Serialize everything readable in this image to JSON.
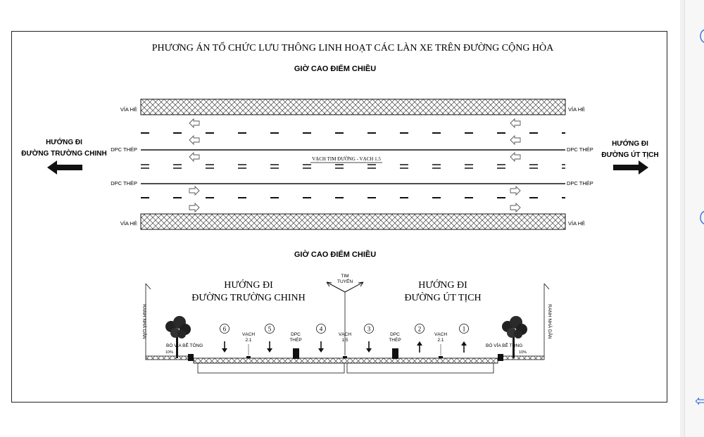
{
  "title": "PHƯƠNG ÁN TỔ CHỨC LƯU THÔNG LINH HOẠT CÁC LÀN XE TRÊN ĐƯỜNG CỘNG HÒA",
  "plan": {
    "subtitle": "GIỜ CAO ĐIỂM CHIỀU",
    "sidewalk_label": "VỈA HÈ",
    "divider_label": "DPC THÉP",
    "centerline_label": "VẠCH TIM ĐƯỜNG - VẠCH 1.5",
    "left_direction": {
      "line1": "HƯỚNG ĐI",
      "line2": "ĐƯỜNG TRƯỜNG CHINH"
    },
    "right_direction": {
      "line1": "HƯỚNG ĐI",
      "line2": "ĐƯỜNG ÚT TỊCH"
    }
  },
  "section": {
    "subtitle": "GIỜ CAO ĐIỂM CHIỀU",
    "left_direction": {
      "line1": "HƯỚNG ĐI",
      "line2": "ĐƯỜNG TRƯỜNG CHINH"
    },
    "right_direction": {
      "line1": "HƯỚNG ĐI",
      "line2": "ĐƯỜNG ÚT TỊCH"
    },
    "center_label": {
      "line1": "TIM",
      "line2": "TUYẾN"
    },
    "building_line_label": "RANH NHÀ DÂN",
    "curb_label": "BÓ VỈA BÊ TÔNG",
    "slope_label": "10%",
    "lanes": [
      "6",
      "5",
      "4",
      "3",
      "2",
      "1"
    ],
    "markings": [
      {
        "line1": "VẠCH",
        "line2": "2.1"
      },
      {
        "line1": "DPC",
        "line2": "THÉP"
      },
      {
        "line1": "VẠCH",
        "line2": "1.5"
      },
      {
        "line1": "DPC",
        "line2": "THÉP"
      },
      {
        "line1": "VẠCH",
        "line2": "2.1"
      }
    ]
  },
  "colors": {
    "line": "#111111",
    "accent": "#2f6fe0",
    "background": "#ffffff"
  },
  "icons": [
    "left-arrow-icon",
    "right-arrow-icon",
    "tree-icon",
    "chevron-icon"
  ]
}
